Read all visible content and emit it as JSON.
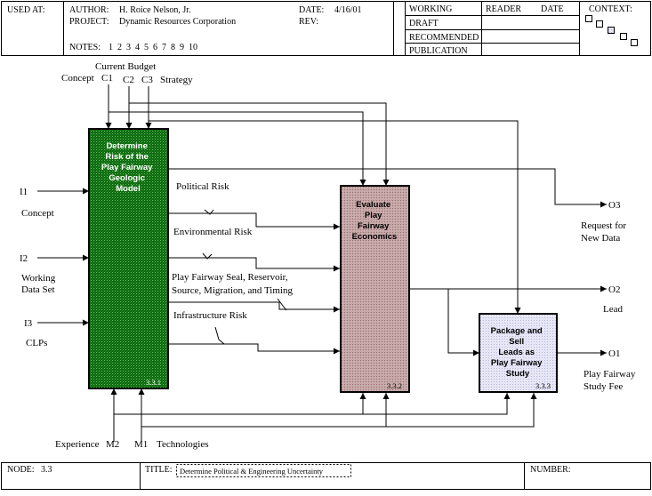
{
  "header": {
    "used_at_label": "USED AT:",
    "author_label": "AUTHOR:",
    "author_value": "H. Roice Nelson, Jr.",
    "project_label": "PROJECT:",
    "project_value": "Dynamic Resources Corporation",
    "date_label": "DATE:",
    "date_value": "4/16/01",
    "rev_label": "REV:",
    "rev_value": "",
    "notes_label": "NOTES:",
    "notes_numbers": "1  2  3  4  5  6  7  8  9  10",
    "status_items": [
      "WORKING",
      "DRAFT",
      "RECOMMENDED",
      "PUBLICATION"
    ],
    "reader_label": "READER",
    "reader_date_label": "DATE",
    "context_label": "CONTEXT:"
  },
  "footer": {
    "node_label": "NODE:",
    "node_value": "3.3",
    "title_label": "TITLE:",
    "title_value": "Determine Political & Engineering Uncertainty",
    "number_label": "NUMBER:"
  },
  "boxes": [
    {
      "id": "box1",
      "title": [
        "Determine",
        "Risk of the",
        "Play Fairway",
        "Geologic",
        "Model"
      ],
      "number": "3.3.1",
      "fill": "#1a7a1a"
    },
    {
      "id": "box2",
      "title": [
        "Evaluate",
        "Play",
        "Fairway",
        "Economics"
      ],
      "number": "3.3.2",
      "fill": "#c8aaaa"
    },
    {
      "id": "box3",
      "title": [
        "Package and",
        "Sell",
        "Leads as",
        "Play Fairway",
        "Study"
      ],
      "number": "3.3.3",
      "fill": "#e2e2f2"
    }
  ],
  "controls": {
    "top_label": "Current Budget",
    "c1": "C1",
    "c1_name": "Concept",
    "c2": "C2",
    "c3": "C3",
    "c3_name": "Strategy"
  },
  "inputs": [
    {
      "code": "I1",
      "name": "Concept"
    },
    {
      "code": "I2",
      "name_lines": [
        "Working",
        "Data Set"
      ]
    },
    {
      "code": "I3",
      "name": "CLPs"
    }
  ],
  "risks": [
    "Political Risk",
    "Environmental Risk",
    "Play Fairway Seal, Reservoir,",
    "Source, Migration, and Timing",
    "Infrastructure Risk"
  ],
  "outputs": [
    {
      "code": "O3",
      "name_lines": [
        "Request for",
        "New Data"
      ]
    },
    {
      "code": "O2",
      "name": "Lead"
    },
    {
      "code": "O1",
      "name_lines": [
        "Play Fairway",
        "Study Fee"
      ]
    }
  ],
  "mechanisms": {
    "m2": "M2",
    "m2_name": "Experience",
    "m1": "M1",
    "m1_name": "Technologies"
  }
}
